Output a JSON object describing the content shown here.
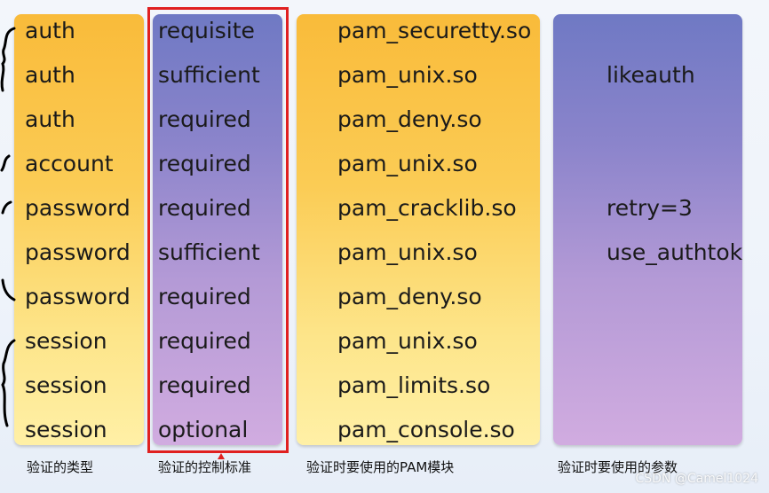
{
  "rows": [
    {
      "type": "auth",
      "control": "requisite",
      "module": "pam_securetty.so",
      "args": ""
    },
    {
      "type": "auth",
      "control": "sufficient",
      "module": "pam_unix.so",
      "args": "likeauth"
    },
    {
      "type": "auth",
      "control": "required",
      "module": "pam_deny.so",
      "args": ""
    },
    {
      "type": "account",
      "control": "required",
      "module": "pam_unix.so",
      "args": ""
    },
    {
      "type": "password",
      "control": "required",
      "module": "pam_cracklib.so",
      "args": "retry=3"
    },
    {
      "type": "password",
      "control": "sufficient",
      "module": "pam_unix.so",
      "args": "use_authtok"
    },
    {
      "type": "password",
      "control": "required",
      "module": "pam_deny.so",
      "args": ""
    },
    {
      "type": "session",
      "control": "required",
      "module": "pam_unix.so",
      "args": ""
    },
    {
      "type": "session",
      "control": "required",
      "module": "pam_limits.so",
      "args": ""
    },
    {
      "type": "session",
      "control": "optional",
      "module": "pam_console.so",
      "args": ""
    }
  ],
  "captions": {
    "type": "验证的类型",
    "control": "验证的控制标准",
    "module": "验证时要使用的PAM模块",
    "args": "验证时要使用的参数"
  },
  "watermark": "CSDN @Camel1024",
  "colors": {
    "highlight": "#e02020",
    "orange": "#f9bb3a",
    "purple": "#6f79c4"
  }
}
